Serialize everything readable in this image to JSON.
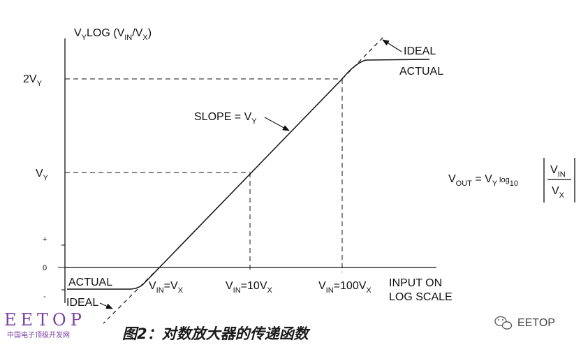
{
  "diagram": {
    "y_axis_label": {
      "base": "V",
      "sub1": "Y",
      "mid": "LOG (V",
      "sub2": "IN",
      "slash": "/V",
      "sub3": "X",
      "close": ")"
    },
    "y_ticks": {
      "two_vy": {
        "base": "2V",
        "sub": "Y"
      },
      "vy": {
        "base": "V",
        "sub": "Y"
      },
      "plus": "+",
      "zero": "0",
      "minus": "-"
    },
    "x_ticks": {
      "vx": {
        "a": "V",
        "a_sub": "IN",
        "b": "=V",
        "b_sub": "X"
      },
      "ten_vx": {
        "a": "V",
        "a_sub": "IN",
        "b": "=10V",
        "b_sub": "X"
      },
      "hundred_vx": {
        "a": "V",
        "a_sub": "IN",
        "b": "=100V",
        "b_sub": "X"
      }
    },
    "x_axis_label": {
      "line1": "INPUT ON",
      "line2": "LOG SCALE"
    },
    "slope_label": {
      "base": "SLOPE = V",
      "sub": "Y"
    },
    "ideal_top": "IDEAL",
    "actual_top": "ACTUAL",
    "actual_bottom": "ACTUAL",
    "ideal_bottom": "IDEAL",
    "equation": {
      "lhs": "V",
      "lhs_sub": "OUT",
      "eq": " = V",
      "eq_sub": "Y",
      "log": " log",
      "log_sub": "10",
      "num": "V",
      "num_sub": "IN",
      "den": "V",
      "den_sub": "X"
    }
  },
  "caption": "图2：对数放大器的传递函数",
  "watermark_left": {
    "top": "EETOP",
    "bottom": "中国电子顶级开发网"
  },
  "watermark_right": "EETOP",
  "colors": {
    "ink": "#111111",
    "watermark": "#7b3fa3",
    "background": "#ffffff"
  }
}
